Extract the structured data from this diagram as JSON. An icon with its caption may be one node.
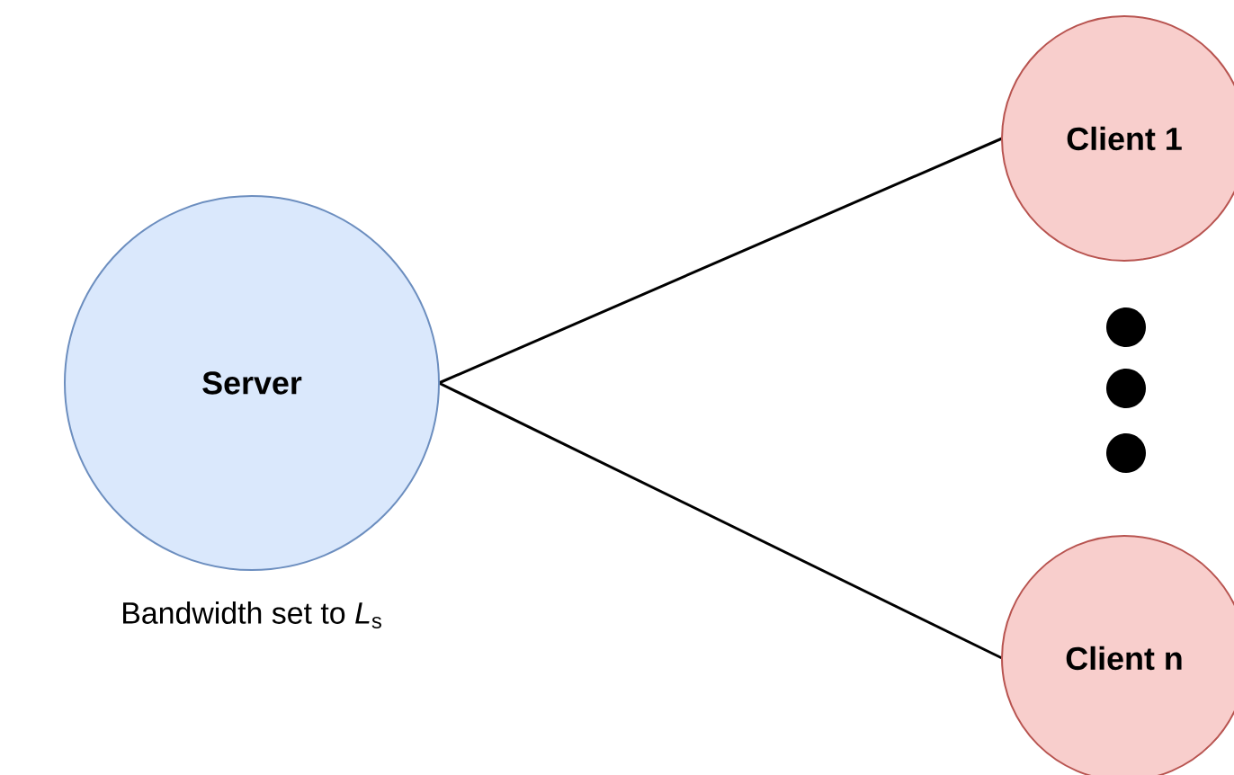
{
  "diagram": {
    "nodes": [
      {
        "text": [
          "Server"
        ],
        "beside": [
          "Bandwidth set to *L*$_{s}$"
        ]
      },
      {
        "text": [
          "Client 1"
        ]
      },
      {
        "text": [
          "Client n"
        ]
      }
    ],
    "edges": [
      {
        "from": 0,
        "to": 1,
        "arrow": "none"
      },
      {
        "from": 0,
        "to": 2,
        "arrow": "none"
      }
    ]
  }
}
